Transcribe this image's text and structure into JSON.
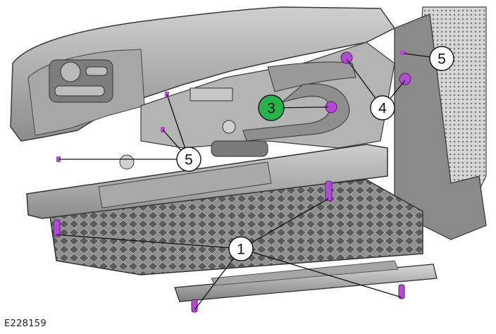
{
  "figure_id": "E228159",
  "callouts": [
    {
      "key": "c1",
      "label": "1",
      "highlight": false
    },
    {
      "key": "c3",
      "label": "3",
      "highlight": true
    },
    {
      "key": "c4",
      "label": "4",
      "highlight": false
    },
    {
      "key": "c5a",
      "label": "5",
      "highlight": false
    },
    {
      "key": "c5b",
      "label": "5",
      "highlight": false
    }
  ],
  "colors": {
    "fastener": "#b34bd1",
    "highlight": "#27b34a",
    "line": "#111111",
    "panel_dark": "#6e6e6e",
    "panel_mid": "#9a9a9a",
    "panel_light": "#c9c9c9"
  },
  "icons": [
    "seat-base-illustration",
    "fastener-icon",
    "mesh-panel"
  ]
}
